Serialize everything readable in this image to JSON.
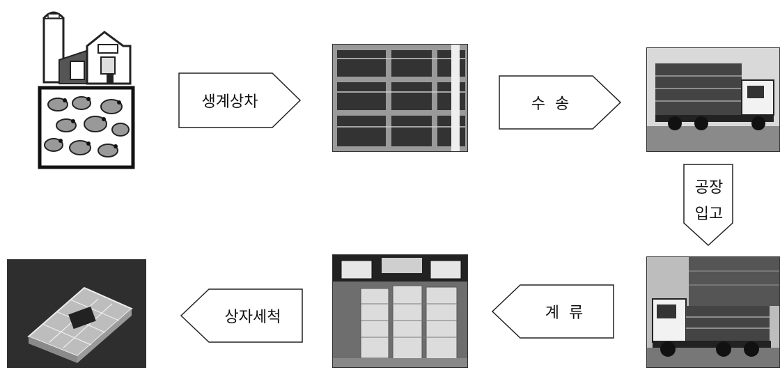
{
  "steps": {
    "load": {
      "label": "생계상차"
    },
    "transport": {
      "label": "수  송"
    },
    "arrival": {
      "label_line1": "공장",
      "label_line2": "입고"
    },
    "hang": {
      "label": "계  류"
    },
    "wash": {
      "label": "상자세척"
    }
  },
  "colors": {
    "stroke": "#222222",
    "photo_dark": "#2a2a2a",
    "photo_mid": "#7a7a7a",
    "photo_light": "#cfcfcf"
  }
}
